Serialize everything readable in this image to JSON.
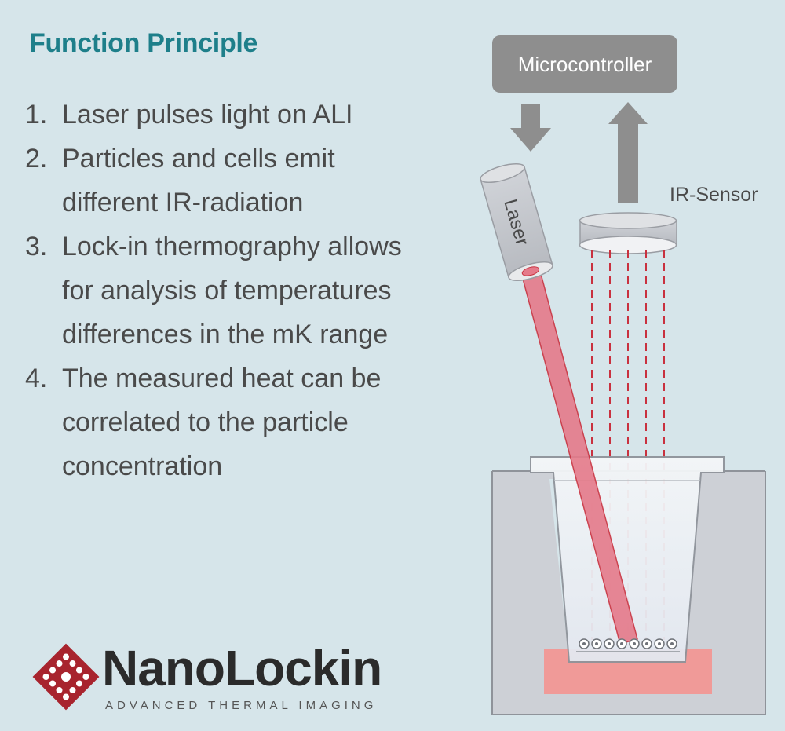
{
  "title": "Function Principle",
  "steps": [
    {
      "num": "1.",
      "text": "Laser pulses light on ALI"
    },
    {
      "num": "2.",
      "text": "Particles and cells emit different IR-radiation"
    },
    {
      "num": "3.",
      "text": "Lock-in thermography allows for analysis of temperatures differences in the mK range"
    },
    {
      "num": "4.",
      "text": "The measured heat can be correlated to the particle concentration"
    }
  ],
  "diagram": {
    "microcontroller": "Microcontroller",
    "laser": "Laser",
    "ir_sensor": "IR-Sensor"
  },
  "logo": {
    "name": "NanoLockin",
    "tagline": "ADVANCED THERMAL IMAGING"
  },
  "colors": {
    "background": "#d6e5ea",
    "title": "#1e7f8a",
    "laser_beam": "#e57a8a",
    "dashed_ir": "#c9313f",
    "sample_layer": "#f09a98",
    "logo_red": "#a8242e"
  }
}
